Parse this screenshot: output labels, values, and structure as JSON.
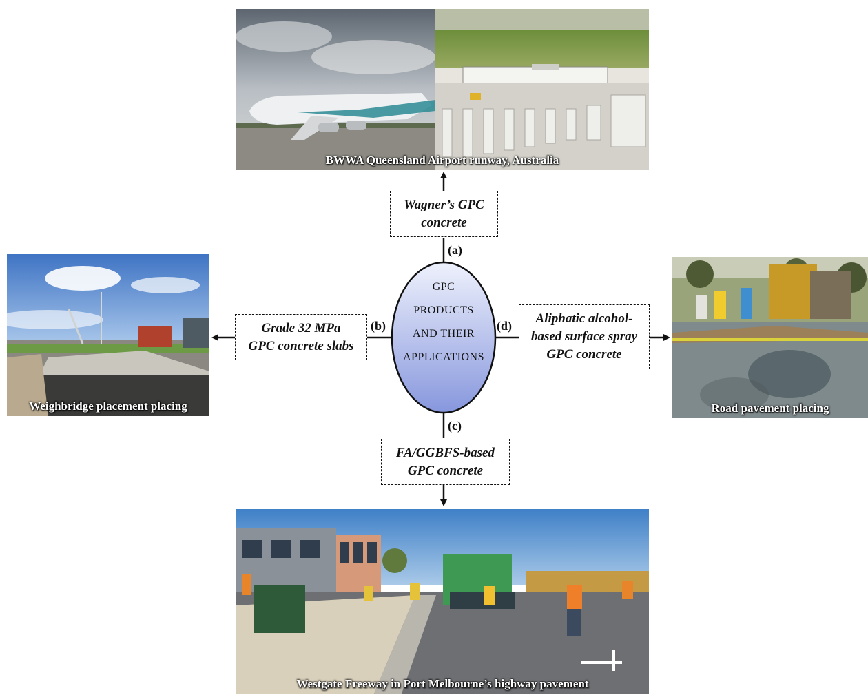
{
  "center": {
    "lines": [
      "GPC",
      "PRODUCTS",
      "AND THEIR",
      "APPLICATIONS"
    ]
  },
  "branches": {
    "a": {
      "marker": "(a)",
      "box_lines": [
        "Wagner’s GPC",
        "concrete"
      ],
      "caption": "BWWA Queensland Airport runway, Australia"
    },
    "b": {
      "marker": "(b)",
      "box_lines": [
        "Grade 32 MPa",
        "GPC concrete slabs"
      ],
      "caption": "Weighbridge placement placing"
    },
    "c": {
      "marker": "(c)",
      "box_lines": [
        "FA/GGBFS-based",
        "GPC concrete"
      ],
      "caption": "Westgate Freeway in Port Melbourne’s highway pavement"
    },
    "d": {
      "marker": "(d)",
      "box_lines": [
        "Aliphatic alcohol-",
        "based surface spray",
        "GPC concrete"
      ],
      "caption": "Road pavement placing"
    }
  },
  "colors": {
    "ellipse_fill_top": "#e8ecfb",
    "ellipse_fill_bottom": "#8b9be0",
    "line": "#111111"
  }
}
